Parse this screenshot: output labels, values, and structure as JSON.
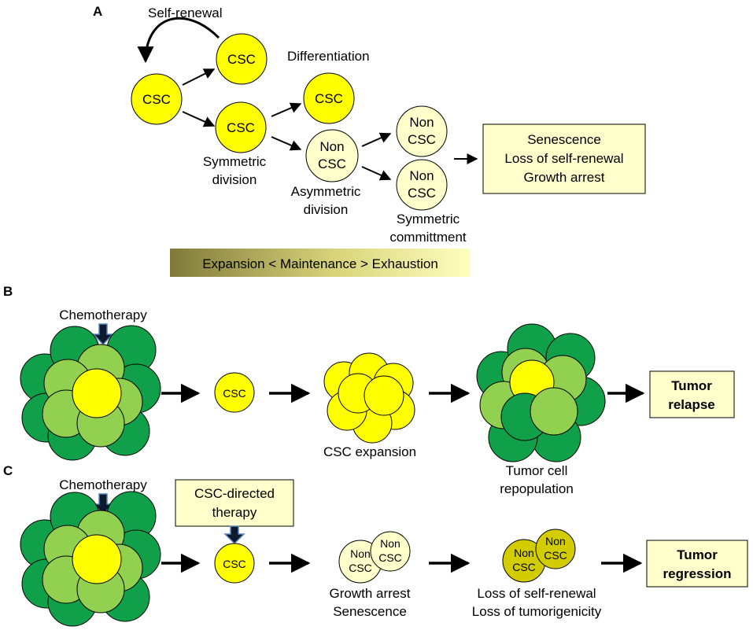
{
  "panels": {
    "a": "A",
    "b": "B",
    "c": "C"
  },
  "colors": {
    "csc_fill": "#ffff00",
    "noncsc_fill": "#ffffcc",
    "dark_green": "#11a04a",
    "light_green": "#92d050",
    "box_fill": "#ffffcc",
    "arrow_dark": "#0b1a2c",
    "arrow_edge": "#5a86bc"
  },
  "panel_a": {
    "self_renewal": "Self-renewal",
    "csc": "CSC",
    "non": "Non",
    "differentiation": "Differentiation",
    "symmetric_division": [
      "Symmetric",
      "division"
    ],
    "asymmetric_division": [
      "Asymmetric",
      "division"
    ],
    "symmetric_commitment": [
      "Symmetric",
      "committment"
    ],
    "outcome": [
      "Senescence",
      "Loss of self-renewal",
      "Growth arrest"
    ],
    "gradient_bar": "Expansion < Maintenance > Exhaustion"
  },
  "panel_b": {
    "chemotherapy": "Chemotherapy",
    "csc": "CSC",
    "csc_expansion": "CSC expansion",
    "repopulation": [
      "Tumor cell",
      "repopulation"
    ],
    "result": [
      "Tumor",
      "relapse"
    ]
  },
  "panel_c": {
    "chemotherapy": "Chemotherapy",
    "directed_therapy": [
      "CSC-directed",
      "therapy"
    ],
    "csc": "CSC",
    "non": "Non",
    "growth_arrest": [
      "Growth arrest",
      "Senescence"
    ],
    "loss": [
      "Loss of self-renewal",
      "Loss of tumorigenicity"
    ],
    "result": [
      "Tumor",
      "regression"
    ]
  }
}
